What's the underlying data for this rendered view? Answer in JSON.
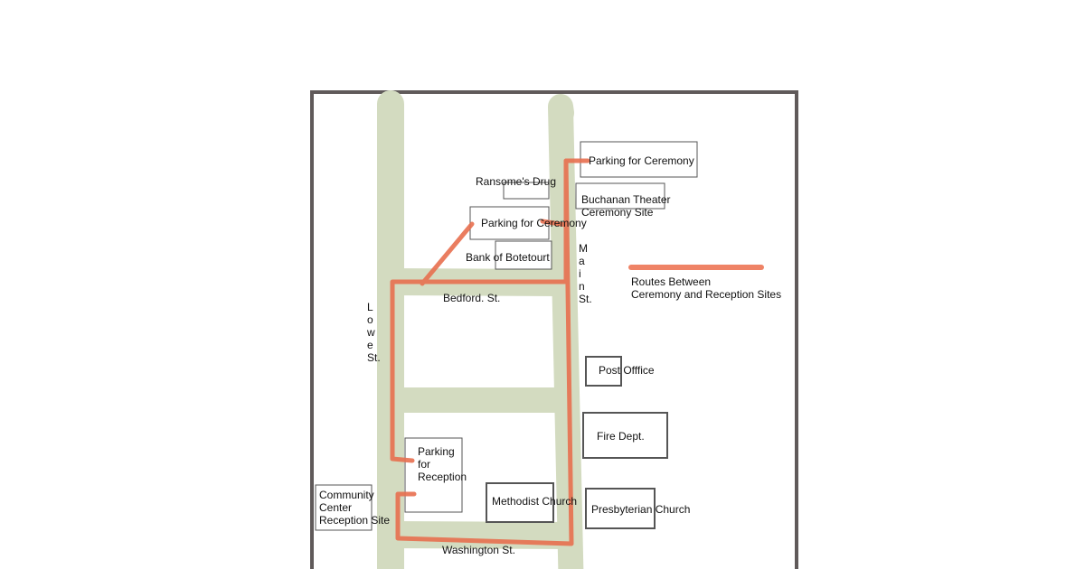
{
  "map": {
    "streets": {
      "lowe": "L\no\nw\ne\nSt.",
      "main": "M\na\ni\nn\nSt.",
      "bedford": "Bedford. St.",
      "washington": "Washington St."
    },
    "places": {
      "parking_ceremony_north": "Parking for Ceremony",
      "ransomes_drug": "Ransome's Drug",
      "buchanan_theater": "Buchanan Theater\nCeremony Site",
      "parking_ceremony_west": "Parking for Ceremony",
      "bank": "Bank of Botetourt",
      "post_office": "Post Offfice",
      "fire_dept": "Fire Dept.",
      "parking_reception": "Parking\nfor\nReception",
      "methodist": "Methodist Church",
      "presbyterian": "Presbyterian Church",
      "community_center": "Community\nCenter\nReception Site"
    },
    "legend": {
      "route_label": "Routes Between\nCeremony and Reception Sites"
    },
    "colors": {
      "road": "#d3dbc0",
      "route": "#e8704f",
      "frame": "#605a5a"
    }
  }
}
